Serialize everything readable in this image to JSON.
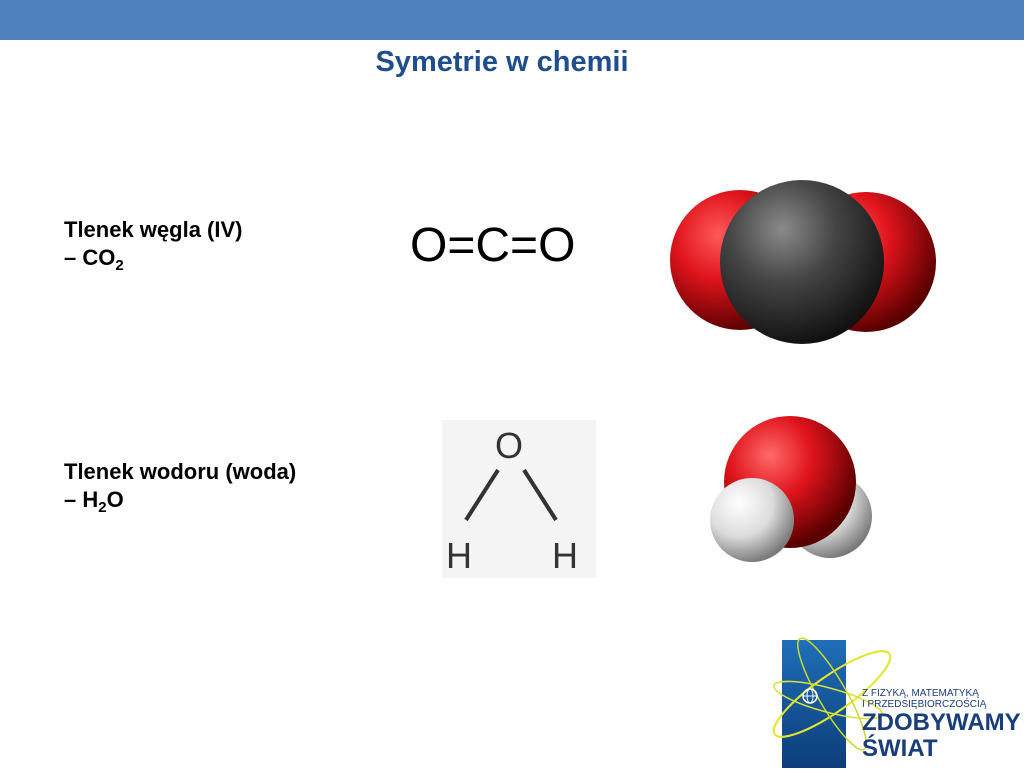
{
  "slide": {
    "title": "Symetrie w chemii"
  },
  "co2": {
    "label_line1": "Tlenek węgla (IV)",
    "label_line2_prefix": "– CO",
    "label_line2_sub": "2",
    "formula": "O=C=O"
  },
  "h2o": {
    "label_line1": "Tlenek wodoru (woda)",
    "label_line2_prefix": "– H",
    "label_line2_sub": "2",
    "label_line2_suffix": "O",
    "atom_o": "O",
    "atom_h1": "H",
    "atom_h2": "H"
  },
  "logo": {
    "line1": "Z FIZYKĄ, MATEMATYKĄ",
    "line2": "I PRZEDSIĘBIORCZOŚCIĄ",
    "line3": "ZDOBYWAMY",
    "line4": "ŚWIAT"
  },
  "colors": {
    "top_bar": "#4f81bd",
    "title": "#1f4e8c",
    "oxygen": "#e0141c",
    "carbon": "#404040",
    "hydrogen": "#e8e8e8"
  }
}
